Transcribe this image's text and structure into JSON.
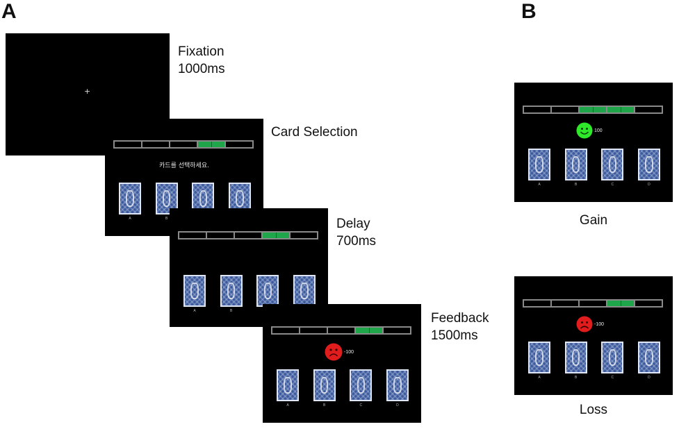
{
  "panels": {
    "a_label": "A",
    "b_label": "B"
  },
  "steps": {
    "fixation": {
      "title": "Fixation",
      "duration": "1000ms"
    },
    "card_selection": {
      "title": "Card Selection",
      "instruction": "카드를 선택하세요."
    },
    "delay": {
      "title": "Delay",
      "duration": "700ms"
    },
    "feedback": {
      "title": "Feedback",
      "duration": "1500ms",
      "amount": "-100"
    }
  },
  "conditions": {
    "gain": {
      "label": "Gain",
      "amount": "100"
    },
    "loss": {
      "label": "Loss",
      "amount": "-100"
    }
  },
  "card_letters": [
    "A",
    "B",
    "C",
    "D"
  ],
  "fixation_symbol": "+",
  "progress_bar": {
    "segments": 5
  },
  "colors": {
    "screen_bg": "#000000",
    "bar_fill": "#1fa64a",
    "gain_face": "#2ee82a",
    "loss_face": "#e11c1c",
    "card_back": "#3b5a9e"
  },
  "icons": {
    "gain_face": "smiley-face-icon",
    "loss_face": "frowning-face-icon",
    "card": "playing-card-back-icon"
  }
}
